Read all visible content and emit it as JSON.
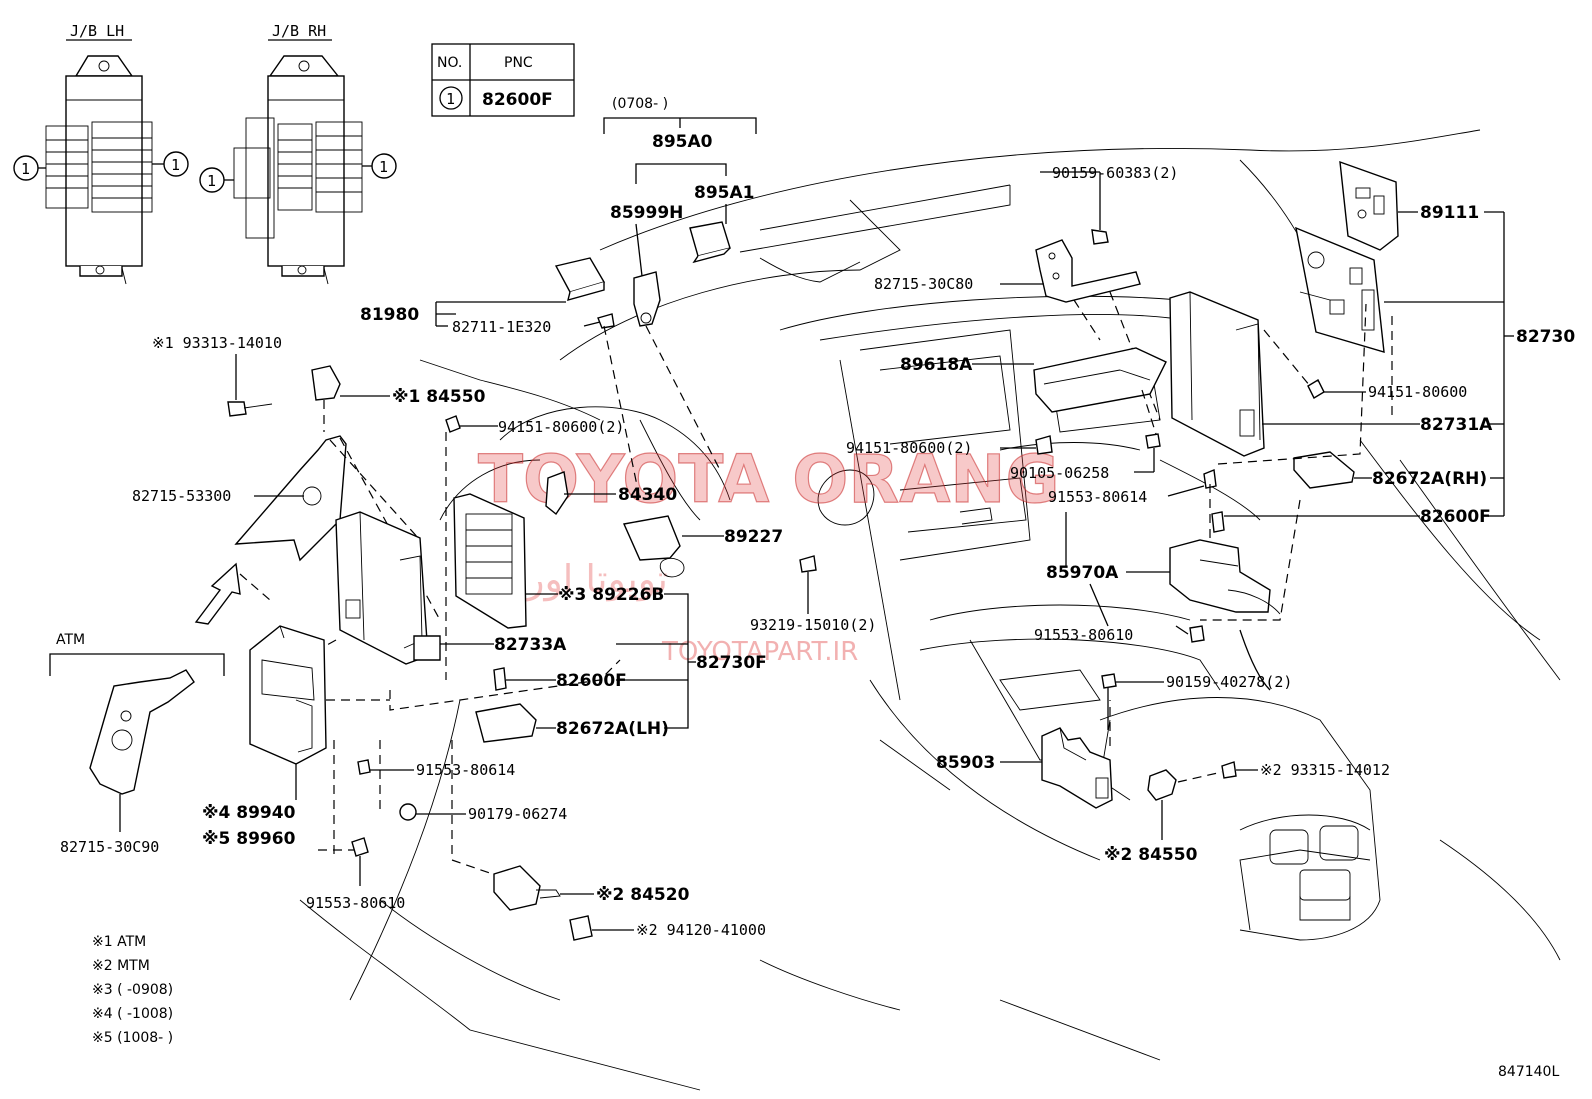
{
  "header": {
    "jb_lh": "J/B LH",
    "jb_rh": "J/B RH"
  },
  "pnc_table": {
    "col_no": "NO.",
    "col_pnc": "PNC",
    "row_no": "1",
    "row_pnc": "82600F"
  },
  "callout_marker": "1",
  "group_ranges": {
    "date_range_top": "(0708-      )"
  },
  "labels": {
    "p895A0": "895A0",
    "p895A1": "895A1",
    "p85999H": "85999H",
    "p81980": "81980",
    "p82711_1E320": "82711-1E320",
    "p93313_14010": "※1 93313-14010",
    "p84550_top": "※1 84550",
    "p94151_80600_2_left": "94151-80600(2)",
    "p82715_53300": "82715-53300",
    "p84340": "84340",
    "p89227": "89227",
    "p89226B": "※3 89226B",
    "p93219_15010": "93219-15010(2)",
    "p82733A": "82733A",
    "p82600F_left": "82600F",
    "p82730F": "82730F",
    "p82672A_LH": "82672A(LH)",
    "atm": "ATM",
    "p82715_30C90": "82715-30C90",
    "p89940": "※4  89940",
    "p89960": "※5  89960",
    "p91553_80614_left": "91553-80614",
    "p90179_06274": "90179-06274",
    "p91553_80610_left": "91553-80610",
    "p84520": "※2  84520",
    "p94120_41000": "※2 94120-41000",
    "p90159_60383": "90159-60383(2)",
    "p82715_30C80": "82715-30C80",
    "p89111": "89111",
    "p82730": "82730",
    "p89618A": "89618A",
    "p94151_80600_right": "94151-80600",
    "p82731A": "82731A",
    "p94151_80600_2_mid": "94151-80600(2)",
    "p90105_06258": "90105-06258",
    "p91553_80614_right": "91553-80614",
    "p82672A_RH": "82672A(RH)",
    "p82600F_right": "82600F",
    "p85970A": "85970A",
    "p91553_80610_right": "91553-80610",
    "p90159_40278": "90159-40278(2)",
    "p85903": "85903",
    "p93315_14012": "※2 93315-14012",
    "p84550_bottom": "※2  84550"
  },
  "notes": [
    "※1 ATM",
    "※2 MTM",
    "※3 (      -0908)",
    "※4 (      -1008)",
    "※5 (1008-      )"
  ],
  "watermark": {
    "brand": "TOYOTA ORANG",
    "persian": "تویوتا اورنگ",
    "site": "TOYOTAPART.IR"
  },
  "diagram_code": "847140L"
}
